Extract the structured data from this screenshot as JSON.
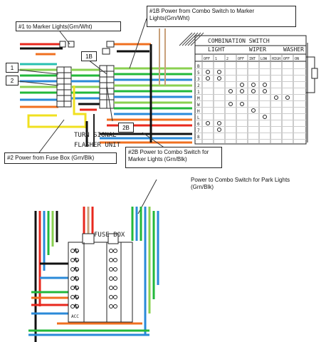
{
  "callouts": {
    "c1": "#1 to Marker Lights(Grn/Wht)",
    "c1b": "#1B  Power from Combo Switch to Marker Lights(Grn/Wht)",
    "c2": "#2 Power from Fuse Box (Grn/Blk)",
    "c2b": "#2B Power to Combo Switch for Marker Lights (Grn/Blk)",
    "park": "Power to Combo Switch for Park Lights (Grn/Blk)"
  },
  "labels": {
    "n1": "1",
    "n2": "2",
    "n1b": "1B",
    "n2b": "2B",
    "turn_signal_line1": "TURN SIGNAL",
    "turn_signal_line2": "FLASHER UNIT",
    "fuse_box": "FUSE BOX",
    "acc": "ACC"
  },
  "combination_switch": {
    "title": "COMBINATION SWITCH",
    "groups": [
      "LIGHT",
      "WIPER",
      "WASHER"
    ],
    "columns": [
      "OFF",
      "1",
      "2",
      "OFF",
      "INT",
      "LOW",
      "HIGH",
      "OFF",
      "ON"
    ],
    "rows": [
      "B",
      "5",
      "3",
      "2",
      "1",
      "M",
      "W",
      "H",
      "L",
      "6",
      "7",
      "8"
    ]
  },
  "colors": {
    "red": "#e8281e",
    "orange": "#f07020",
    "green": "#22b83a",
    "blue": "#2a8ad8",
    "lightgreen": "#8ad050",
    "teal": "#28c0b0",
    "yellow": "#f0e020",
    "black": "#111111",
    "tan": "#c8a07a",
    "gray": "#777777"
  }
}
